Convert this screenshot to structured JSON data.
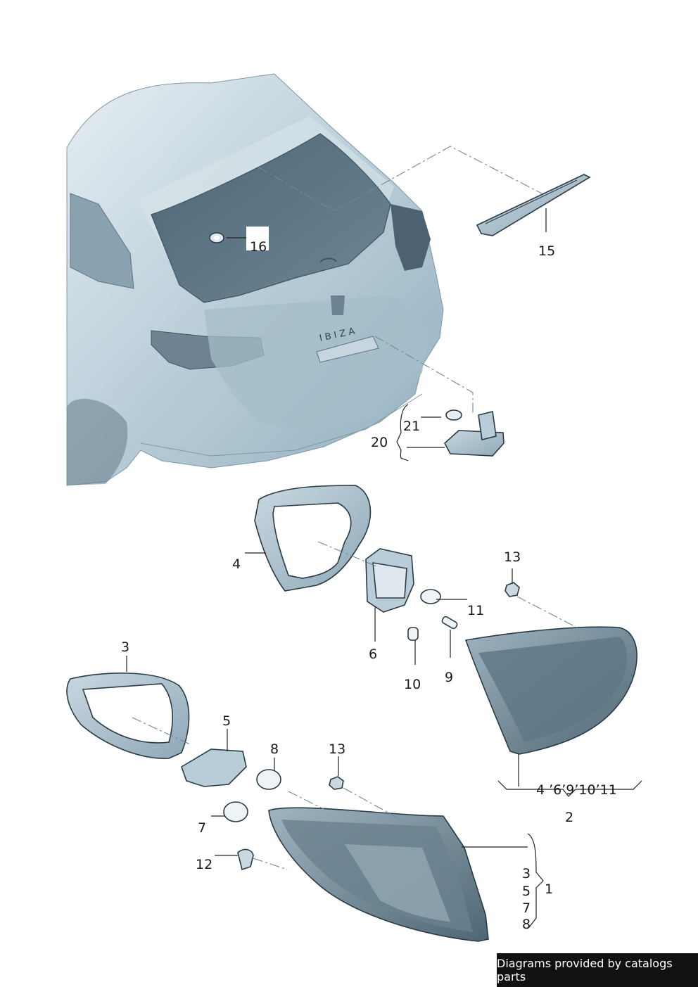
{
  "labels": {
    "p1": "1",
    "p2": "2",
    "p3a": "3",
    "p3b": "3",
    "p4": "4",
    "p5a": "5",
    "p5b": "5",
    "p6": "6",
    "p7a": "7",
    "p7b": "7",
    "p8a": "8",
    "p8b": "8",
    "p9": "9",
    "p10": "10",
    "p11": "11",
    "p12": "12",
    "p13a": "13",
    "p13b": "13",
    "p15": "15",
    "p16": "16",
    "p20": "20",
    "p21": "21",
    "group2": "4 ʼ6ʼ9ʼ10ʼ11"
  },
  "credit": "Diagrams provided by catalogs parts",
  "colors": {
    "body_light": "#cfdde6",
    "body_mid": "#a9c0cd",
    "glass": "#5f7887",
    "lamp_dark": "#5d7482",
    "leader": "#222222",
    "dash_leader": "#6f8a9a"
  }
}
